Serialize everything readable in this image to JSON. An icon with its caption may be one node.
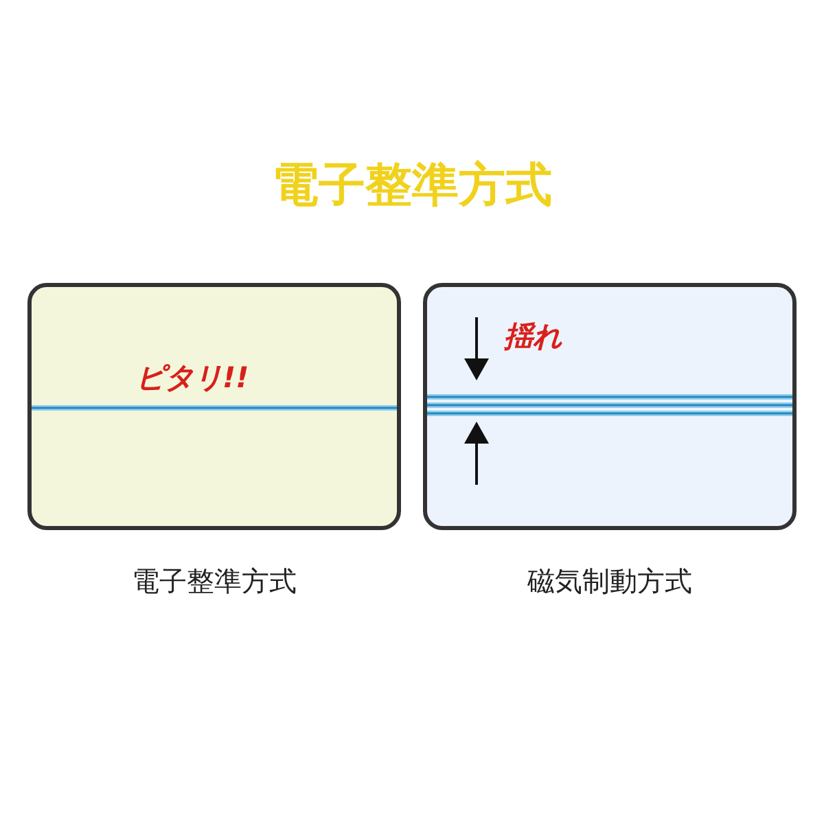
{
  "diagram": {
    "title": "電子整準方式",
    "nodes": [
      {
        "text": [
          "ピタリ!!"
        ],
        "beside": [
          "電子整準方式"
        ]
      },
      {
        "text": [
          "揺れ"
        ],
        "beside": [
          "磁気制動方式"
        ]
      }
    ]
  }
}
